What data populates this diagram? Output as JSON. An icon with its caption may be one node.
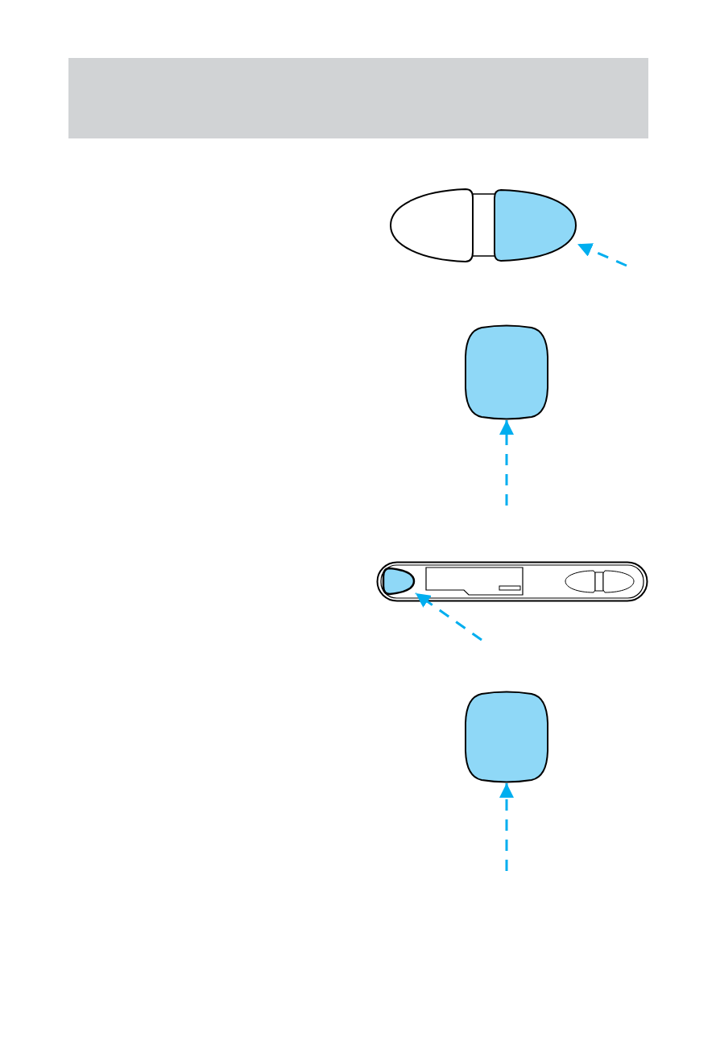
{
  "diagram": {
    "nodes": [
      {
        "text": [],
        "shape": "button"
      },
      {
        "text": [],
        "shape": "button"
      },
      {
        "text": [],
        "shape": "panel"
      },
      {
        "text": [],
        "shape": "button",
        "in": 2
      },
      {
        "text": [],
        "shape": "button"
      }
    ],
    "edges": [
      {
        "from": null,
        "to": 0,
        "arrow": "to",
        "style": "dashed"
      },
      {
        "from": null,
        "to": 1,
        "arrow": "to",
        "style": "dashed"
      },
      {
        "from": null,
        "to": 3,
        "arrow": "to",
        "style": "dashed"
      },
      {
        "from": null,
        "to": 4,
        "arrow": "to",
        "style": "dashed"
      }
    ]
  }
}
